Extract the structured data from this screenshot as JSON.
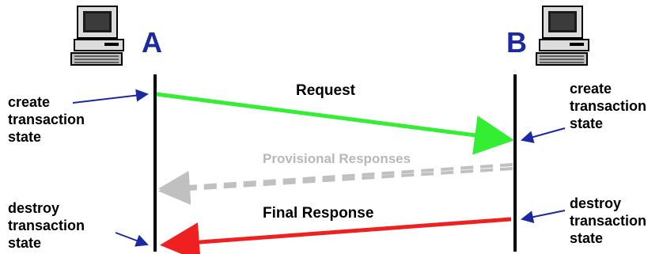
{
  "nodes": {
    "a": "A",
    "b": "B"
  },
  "messages": {
    "request": "Request",
    "provisional": "Provisional Responses",
    "final": "Final Response"
  },
  "annotations": {
    "a_create": [
      "create",
      "transaction",
      "state"
    ],
    "a_destroy": [
      "destroy",
      "transaction",
      "state"
    ],
    "b_create": [
      "create",
      "transaction",
      "state"
    ],
    "b_destroy": [
      "destroy",
      "transaction",
      "state"
    ]
  },
  "colors": {
    "request": "#33ee33",
    "provisional": "#c0c0c0",
    "final": "#ee2020",
    "annotation_arrow": "#1b2aa0",
    "node_label": "#1b2aa0"
  },
  "icons": {
    "a": "desktop-computer-icon",
    "b": "desktop-computer-icon"
  }
}
